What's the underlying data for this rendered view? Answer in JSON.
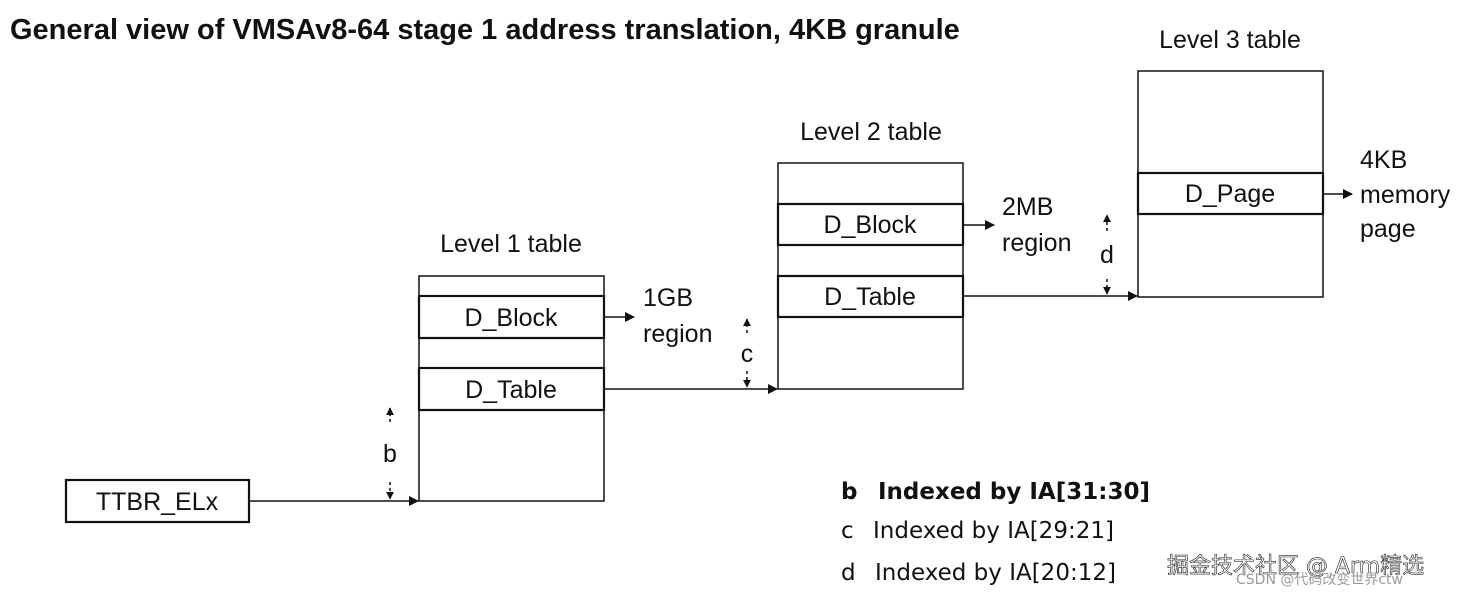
{
  "title": "General view of VMSAv8-64 stage 1 address translation, 4KB granule",
  "register": {
    "label": "TTBR_ELx"
  },
  "tables": {
    "level1": {
      "caption": "Level 1 table",
      "block_entry": "D_Block",
      "table_entry": "D_Table"
    },
    "level2": {
      "caption": "Level 2 table",
      "block_entry": "D_Block",
      "table_entry": "D_Table"
    },
    "level3": {
      "caption": "Level 3 table",
      "page_entry": "D_Page"
    }
  },
  "outputs": {
    "gb_region": [
      "1GB",
      "region"
    ],
    "mb_region": [
      "2MB",
      "region"
    ],
    "kb_page": [
      "4KB",
      "memory",
      "page"
    ]
  },
  "index_markers": {
    "b": "b",
    "c": "c",
    "d": "d"
  },
  "legend": [
    {
      "key": "b",
      "text": "Indexed by IA[31:30]"
    },
    {
      "key": "c",
      "text": "Indexed by IA[29:21]"
    },
    {
      "key": "d",
      "text": "Indexed by IA[20:12]"
    }
  ],
  "watermark": {
    "main": "掘金技术社区 @ Arm精选",
    "sub": "CSDN @代码改变世界ctw"
  }
}
